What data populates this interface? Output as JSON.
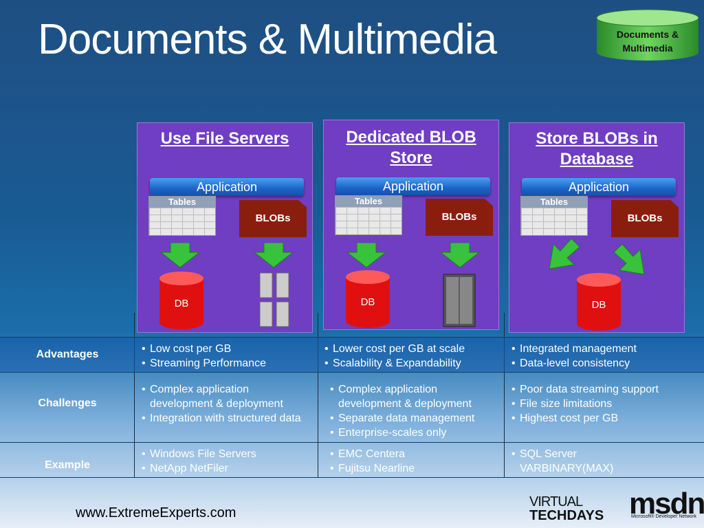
{
  "title": "Documents & Multimedia",
  "badge": {
    "line1": "Documents &",
    "line2": "Multimedia"
  },
  "panels": [
    {
      "title_line1": "Use File Servers",
      "title_line2": "",
      "app": "Application",
      "tables": "Tables",
      "blobs": "BLOBs",
      "db": "DB"
    },
    {
      "title_line1": "Dedicated BLOB",
      "title_line2": "Store",
      "app": "Application",
      "tables": "Tables",
      "blobs": "BLOBs",
      "db": "DB"
    },
    {
      "title_line1": "Store BLOBs in",
      "title_line2": "Database",
      "app": "Application",
      "tables": "Tables",
      "blobs": "BLOBs",
      "db": "DB"
    }
  ],
  "rows": {
    "advantages": {
      "label": "Advantages",
      "cols": [
        [
          "Low cost per GB",
          "Streaming Performance"
        ],
        [
          "Lower cost per GB at scale",
          "Scalability & Expandability"
        ],
        [
          "Integrated management",
          "Data-level consistency"
        ]
      ]
    },
    "challenges": {
      "label": "Challenges",
      "cols": [
        [
          "Complex application development & deployment",
          "Integration with structured data"
        ],
        [
          "Complex application development & deployment",
          "Separate data management",
          "Enterprise-scales only"
        ],
        [
          "Poor data streaming support",
          "File size limitations",
          "Highest cost per GB"
        ]
      ]
    },
    "example": {
      "label": "Example",
      "cols": [
        [
          "Windows File Servers",
          "NetApp NetFiler"
        ],
        [
          "EMC Centera",
          "Fujitsu Nearline"
        ],
        [
          "SQL Server VARBINARY(MAX)"
        ]
      ]
    }
  },
  "footer": {
    "url": "www.ExtremeExperts.com"
  },
  "logos": {
    "vtd_line1": "VIRTUAL",
    "vtd_line2": "TECHDAYS",
    "msdn": "msdn",
    "msdn_sub": "Microsoft® Developer Network"
  },
  "colors": {
    "panel": "#6f3ec2",
    "db": "#e01010",
    "arrow": "#39c23c",
    "blobs": "#8a1e0e",
    "badge": "#3fb23a"
  }
}
